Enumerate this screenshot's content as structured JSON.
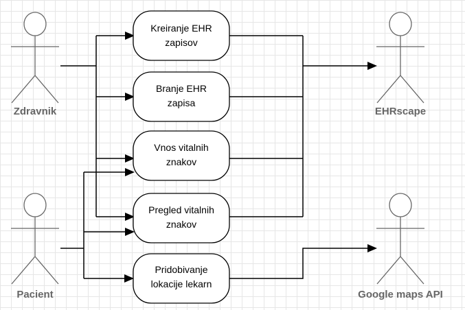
{
  "actors": {
    "zdravnik": "Zdravnik",
    "pacient": "Pacient",
    "ehrscape": "EHRscape",
    "google_maps_api": "Google maps API"
  },
  "use_cases": [
    {
      "line1": "Kreiranje EHR",
      "line2": "zapisov"
    },
    {
      "line1": "Branje EHR",
      "line2": "zapisa"
    },
    {
      "line1": "Vnos vitalnih",
      "line2": "znakov"
    },
    {
      "line1": "Pregled vitalnih",
      "line2": "znakov"
    },
    {
      "line1": "Pridobivanje",
      "line2": "lokacije lekarn"
    }
  ],
  "colors": {
    "actor": "#666666",
    "line": "#000000",
    "grid": "#e6e6e6"
  }
}
